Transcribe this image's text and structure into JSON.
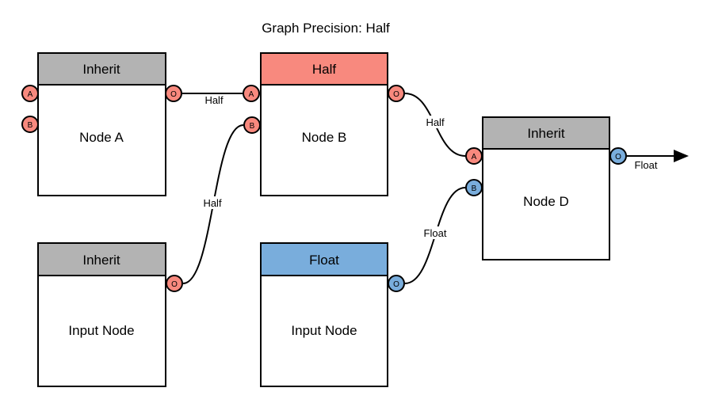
{
  "title": "Graph Precision: Half",
  "colors": {
    "inherit": "#B3B3B3",
    "half": "#F8897E",
    "float": "#79ADDC",
    "stroke": "#000000",
    "canvas": "#FFFFFF"
  },
  "nodes": {
    "node_a": {
      "header": "Inherit",
      "label": "Node A",
      "ports": {
        "a": "A",
        "b": "B",
        "o": "O"
      }
    },
    "node_b": {
      "header": "Half",
      "label": "Node B",
      "ports": {
        "a": "A",
        "b": "B",
        "o": "O"
      }
    },
    "node_d": {
      "header": "Inherit",
      "label": "Node D",
      "ports": {
        "a": "A",
        "b": "B",
        "o": "O"
      }
    },
    "input_left": {
      "header": "Inherit",
      "label": "Input Node",
      "ports": {
        "o": "O"
      }
    },
    "input_mid": {
      "header": "Float",
      "label": "Input Node",
      "ports": {
        "o": "O"
      }
    }
  },
  "edges": {
    "a_to_b": {
      "label": "Half"
    },
    "input_left_to_b": {
      "label": "Half"
    },
    "b_to_d": {
      "label": "Half"
    },
    "input_mid_to_d": {
      "label": "Float"
    },
    "d_output": {
      "label": "Float"
    }
  }
}
